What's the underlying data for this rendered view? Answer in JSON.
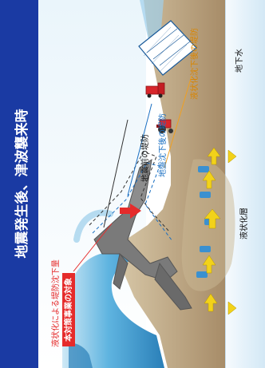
{
  "title": "地震発生後、津波襲来時",
  "labels": {
    "before_quake_levee": "地震前の堤防",
    "after_subsidence_levee": "地盤沈下後の堤防",
    "after_liquefaction_subsidence_levee": "液状化沈下後の堤防",
    "groundwater": "地下水",
    "liquefied_layer": "液状化層",
    "liquefaction_levee_subsidence": "液状化による堤防沈下量",
    "project_scope": "本対策事業の対象"
  },
  "colors": {
    "title_band": "#1a3aa3",
    "sea": "#4aa6d6",
    "ground": "#b79f7d",
    "groundwater_band": "#eaf4fb",
    "levee_concrete": "#7c7c7c",
    "red_accent": "#e52b2b",
    "yellow_arrow": "#f2d21a",
    "orange_leader": "#f0a020",
    "blue_leader": "#1a6fc2"
  },
  "icons": [
    "greenhouse-icon",
    "red-truck-icon",
    "red-tractor-icon",
    "red-arrow-icon"
  ]
}
